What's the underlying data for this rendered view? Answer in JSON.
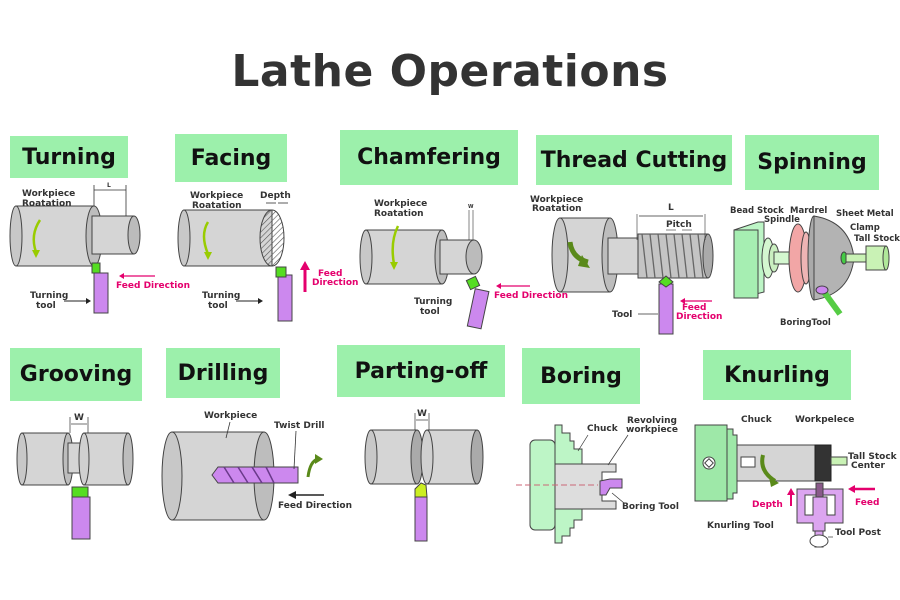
{
  "title": "Lathe Operations",
  "colors": {
    "label_bg": "#9cf0ab",
    "workpiece": "#d5d5d5",
    "tool": "#cc88ee",
    "tool_tip": "#55dd22",
    "feed_arrow": "#e4006d",
    "title_text": "#333333"
  },
  "operations": [
    {
      "name": "Turning",
      "annotations": {
        "rotation": [
          "Workpiece",
          "Roatation"
        ],
        "length": "L",
        "tool": [
          "Turning",
          "tool"
        ],
        "feed": "Feed Direction"
      }
    },
    {
      "name": "Facing",
      "annotations": {
        "rotation": [
          "Workpiece",
          "Roatation"
        ],
        "depth": "Depth",
        "tool": [
          "Turning",
          "tool"
        ],
        "feed": [
          "Feed",
          "Direction"
        ]
      }
    },
    {
      "name": "Chamfering",
      "annotations": {
        "rotation": [
          "Workpiece",
          "Roatation"
        ],
        "width": "W",
        "tool": [
          "Turning",
          "tool"
        ],
        "feed": "Feed Direction"
      }
    },
    {
      "name": "Thread Cutting",
      "annotations": {
        "rotation": [
          "Workpiece",
          "Roatation"
        ],
        "length": "L",
        "pitch": "Pitch",
        "tool": "Tool",
        "feed": [
          "Feed",
          "Direction"
        ]
      }
    },
    {
      "name": "Spinning",
      "annotations": {
        "bead_stock": "Bead Stock",
        "spindle": "Spindle",
        "mandrel": "Mardrel",
        "sheet_metal": "Sheet Metal",
        "clamp": "Clamp",
        "tail_stock": "Tall Stock",
        "tool": "BoringTool"
      }
    },
    {
      "name": "Grooving",
      "annotations": {
        "width": "W"
      }
    },
    {
      "name": "Drilling",
      "annotations": {
        "workpiece": "Workpiece",
        "drill": "Twist Drill",
        "feed": "Feed Direction"
      }
    },
    {
      "name": "Parting-off",
      "annotations": {
        "width": "W"
      }
    },
    {
      "name": "Boring",
      "annotations": {
        "chuck": "Chuck",
        "workpiece": [
          "Revolving",
          "workpiece"
        ],
        "tool": "Boring Tool"
      }
    },
    {
      "name": "Knurling",
      "annotations": {
        "chuck": "Chuck",
        "workpiece": "Workpelece",
        "tail_stock": [
          "Tall Stock",
          "Center"
        ],
        "depth": "Depth",
        "feed": "Feed",
        "tool": "Knurling Tool",
        "tool_post": "Tool Post"
      }
    }
  ]
}
